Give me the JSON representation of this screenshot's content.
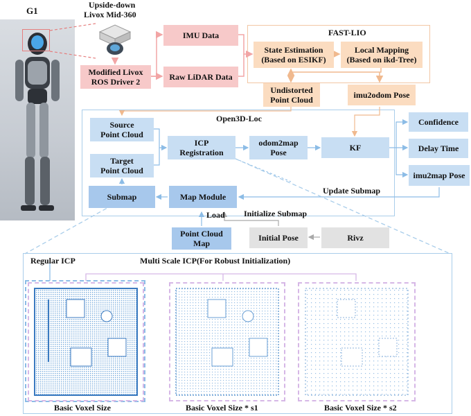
{
  "robot": {
    "name": "G1"
  },
  "sensor": {
    "title_line1": "Upside-down",
    "title_line2": "Livox Mid-360"
  },
  "boxes": {
    "driver": {
      "line1": "Modified Livox",
      "line2": "ROS Driver 2"
    },
    "imu_data": "IMU Data",
    "raw_lidar": "Raw LiDAR Data",
    "state_est": {
      "line1": "State Estimation",
      "line2": "(Based on ESIKF)"
    },
    "local_map": {
      "line1": "Local Mapping",
      "line2": "(Based on ikd-Tree)"
    },
    "undistorted": {
      "line1": "Undistorted",
      "line2": "Point Cloud"
    },
    "imu2odom": "imu2odom Pose",
    "source_pc": {
      "line1": "Source",
      "line2": "Point Cloud"
    },
    "target_pc": {
      "line1": "Target",
      "line2": "Point Cloud"
    },
    "icp": {
      "line1": "ICP",
      "line2": "Registration"
    },
    "odom2map": {
      "line1": "odom2map",
      "line2": "Pose"
    },
    "kf": "KF",
    "confidence": "Confidence",
    "delay": "Delay Time",
    "imu2map": "imu2map Pose",
    "submap": "Submap",
    "map_module": "Map Module",
    "pc_map": {
      "line1": "Point Cloud",
      "line2": "Map"
    },
    "initial_pose": "Initial Pose",
    "rivz": "Rivz"
  },
  "regions": {
    "fastlio": "FAST-LIO",
    "open3d": "Open3D-Loc"
  },
  "edge_labels": {
    "update_submap": "Update Submap",
    "initialize_submap": "Initialize Submap",
    "load": "Load"
  },
  "bottom": {
    "regular_icp": "Regular ICP",
    "multi_scale": "Multi Scale ICP(For Robust Initialization)",
    "captions": [
      "Basic Voxel Size",
      "Basic Voxel Size * s1",
      "Basic Voxel Size * s2"
    ]
  },
  "colors": {
    "pink": "#f7c9c9",
    "orange": "#fbdcc0",
    "blue": "#c8def3",
    "blue_dark": "#a7c8ec",
    "grey": "#e2e2e2",
    "purple_dashed": "#d6b7e6"
  }
}
